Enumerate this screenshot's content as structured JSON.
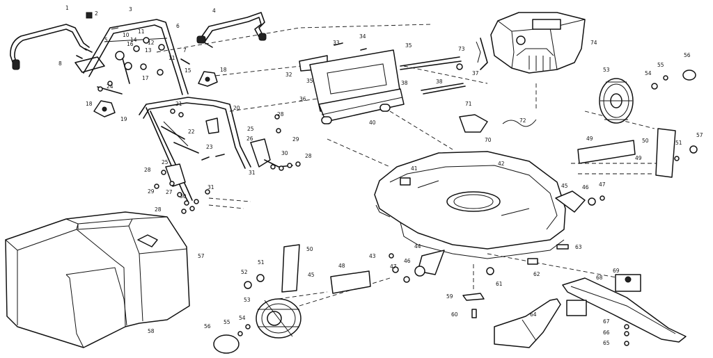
{
  "labels": [
    {
      "id": "p1",
      "text": "1"
    },
    {
      "id": "p2",
      "text": "2"
    },
    {
      "id": "p3",
      "text": "3"
    },
    {
      "id": "p4",
      "text": "4"
    },
    {
      "id": "p5",
      "text": "5"
    },
    {
      "id": "p6",
      "text": "6"
    },
    {
      "id": "p7",
      "text": "7"
    },
    {
      "id": "p8",
      "text": "8"
    },
    {
      "id": "p10",
      "text": "10"
    },
    {
      "id": "p11",
      "text": "11"
    },
    {
      "id": "p11b",
      "text": "11"
    },
    {
      "id": "p12",
      "text": "12"
    },
    {
      "id": "p13",
      "text": "13"
    },
    {
      "id": "p14",
      "text": "14"
    },
    {
      "id": "p15",
      "text": "15"
    },
    {
      "id": "p16",
      "text": "16"
    },
    {
      "id": "p17",
      "text": "17"
    },
    {
      "id": "p18",
      "text": "18"
    },
    {
      "id": "p18b",
      "text": "18"
    },
    {
      "id": "p19",
      "text": "19"
    },
    {
      "id": "p20",
      "text": "20"
    },
    {
      "id": "p21",
      "text": "21"
    },
    {
      "id": "p22",
      "text": "22"
    },
    {
      "id": "p23",
      "text": "23"
    },
    {
      "id": "p24",
      "text": "24"
    },
    {
      "id": "p25",
      "text": "25"
    },
    {
      "id": "p25b",
      "text": "25"
    },
    {
      "id": "p26",
      "text": "26"
    },
    {
      "id": "p27",
      "text": "27"
    },
    {
      "id": "p28",
      "text": "28"
    },
    {
      "id": "p28b",
      "text": "28"
    },
    {
      "id": "p28c",
      "text": "28"
    },
    {
      "id": "p28d",
      "text": "28"
    },
    {
      "id": "p29",
      "text": "29"
    },
    {
      "id": "p29b",
      "text": "29"
    },
    {
      "id": "p30",
      "text": "30"
    },
    {
      "id": "p30b",
      "text": "30"
    },
    {
      "id": "p31",
      "text": "31"
    },
    {
      "id": "p31b",
      "text": "31"
    },
    {
      "id": "p32",
      "text": "32"
    },
    {
      "id": "p33",
      "text": "33"
    },
    {
      "id": "p34",
      "text": "34"
    },
    {
      "id": "p35",
      "text": "35"
    },
    {
      "id": "p35b",
      "text": "35"
    },
    {
      "id": "p36",
      "text": "36"
    },
    {
      "id": "p37",
      "text": "37"
    },
    {
      "id": "p38",
      "text": "38"
    },
    {
      "id": "p38b",
      "text": "38"
    },
    {
      "id": "p40",
      "text": "40"
    },
    {
      "id": "p41",
      "text": "41"
    },
    {
      "id": "p42",
      "text": "42"
    },
    {
      "id": "p43",
      "text": "43"
    },
    {
      "id": "p44",
      "text": "44"
    },
    {
      "id": "p45",
      "text": "45"
    },
    {
      "id": "p45b",
      "text": "45"
    },
    {
      "id": "p46",
      "text": "46"
    },
    {
      "id": "p46b",
      "text": "46"
    },
    {
      "id": "p47",
      "text": "47"
    },
    {
      "id": "p47b",
      "text": "47"
    },
    {
      "id": "p48",
      "text": "48"
    },
    {
      "id": "p49",
      "text": "49"
    },
    {
      "id": "p49b",
      "text": "49"
    },
    {
      "id": "p50",
      "text": "50"
    },
    {
      "id": "p50b",
      "text": "50"
    },
    {
      "id": "p51",
      "text": "51"
    },
    {
      "id": "p51b",
      "text": "51"
    },
    {
      "id": "p52",
      "text": "52"
    },
    {
      "id": "p53",
      "text": "53"
    },
    {
      "id": "p53b",
      "text": "53"
    },
    {
      "id": "p54",
      "text": "54"
    },
    {
      "id": "p54b",
      "text": "54"
    },
    {
      "id": "p55",
      "text": "55"
    },
    {
      "id": "p55b",
      "text": "55"
    },
    {
      "id": "p56",
      "text": "56"
    },
    {
      "id": "p56b",
      "text": "56"
    },
    {
      "id": "p57",
      "text": "57"
    },
    {
      "id": "p57b",
      "text": "57"
    },
    {
      "id": "p58",
      "text": "58"
    },
    {
      "id": "p59",
      "text": "59"
    },
    {
      "id": "p60",
      "text": "60"
    },
    {
      "id": "p61",
      "text": "61"
    },
    {
      "id": "p62",
      "text": "62"
    },
    {
      "id": "p63",
      "text": "63"
    },
    {
      "id": "p64",
      "text": "64"
    },
    {
      "id": "p65",
      "text": "65"
    },
    {
      "id": "p66",
      "text": "66"
    },
    {
      "id": "p67",
      "text": "67"
    },
    {
      "id": "p68",
      "text": "68"
    },
    {
      "id": "p69",
      "text": "69"
    },
    {
      "id": "p70",
      "text": "70"
    },
    {
      "id": "p71",
      "text": "71"
    },
    {
      "id": "p72",
      "text": "72"
    },
    {
      "id": "p73",
      "text": "73"
    },
    {
      "id": "p74",
      "text": "74"
    }
  ]
}
